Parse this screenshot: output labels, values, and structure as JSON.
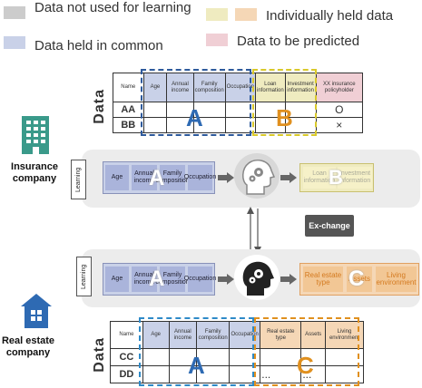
{
  "legend": {
    "not_used": "Data not used for learning",
    "common": "Data held in common",
    "individual": "Individually held data",
    "predicted": "Data to be predicted",
    "colors": {
      "not_used": "#cccccc",
      "common": "#c9d1e8",
      "individual_a": "#efebc0",
      "individual_b": "#f5d7b6",
      "predicted": "#f0cfd5"
    }
  },
  "top_table": {
    "side_label": "Data",
    "headers": [
      "Name",
      "Age",
      "Annual income",
      "Family composition",
      "Occupation",
      "Loan information",
      "Investment information",
      "XX insurance policyholder"
    ],
    "rows": [
      {
        "name": "AA",
        "result": "O"
      },
      {
        "name": "BB",
        "result": "×"
      }
    ],
    "big_a": "A",
    "big_b": "B"
  },
  "insurance": {
    "company_label": "Insurance company",
    "learning_label": "Learning",
    "inputs": [
      "Age",
      "Annual income",
      "Family composition",
      "Occupation"
    ],
    "overlay": "A",
    "outputs": [
      "Loan information",
      "Investment information"
    ],
    "output_overlay": "B"
  },
  "exchange_label": "Ex-change",
  "realestate": {
    "company_label": "Real estate company",
    "learning_label": "Learning",
    "inputs": [
      "Age",
      "Annual income",
      "Family composition",
      "Occupation"
    ],
    "overlay": "A",
    "outputs": [
      "Real estate type",
      "Assets",
      "Living environment"
    ],
    "output_overlay": "C"
  },
  "bottom_table": {
    "side_label": "Data",
    "headers": [
      "Name",
      "Age",
      "Annual income",
      "Family composition",
      "Occupation",
      "Real estate type",
      "Assets",
      "Living environment"
    ],
    "rows": [
      {
        "name": "CC",
        "dots": ""
      },
      {
        "name": "DD",
        "dots": "..."
      }
    ],
    "big_a": "A",
    "big_c": "C"
  }
}
